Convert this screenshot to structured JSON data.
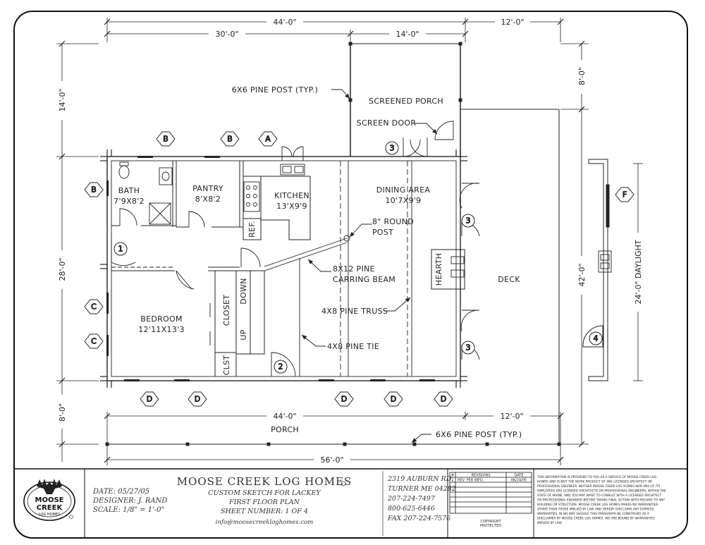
{
  "dimensions": {
    "top_overall": "44'-0\"",
    "top_left": "30'-0\"",
    "top_porch": "14'-0\"",
    "top_right": "12'-0\"",
    "left_top": "14'-0\"",
    "left_mid": "28'-0\"",
    "left_bottom": "8'-0\"",
    "right_top": "8'-0\"",
    "right_mid": "42'-0\"",
    "bottom_porch": "44'-0\"",
    "bottom_right": "12'-0\"",
    "bottom_overall": "56'-0\"",
    "daylight": "24'-0\" DAYLIGHT"
  },
  "rooms": {
    "bath": "BATH",
    "bath_size": "7'9X8'2",
    "pantry": "PANTRY",
    "pantry_size": "8'X8'2",
    "kitchen": "KITCHEN",
    "kitchen_size": "13'X9'9",
    "dining": "DINING AREA",
    "dining_size": "10'7X9'9",
    "bedroom": "BEDROOM",
    "bedroom_size": "12'11X13'3",
    "closet": "CLOSET",
    "clst": "CLST",
    "ref": "REF.",
    "up": "UP",
    "down": "DOWN",
    "hearth": "HEARTH",
    "deck": "DECK",
    "porch": "PORCH",
    "screened_porch": "SCREENED PORCH"
  },
  "notes": {
    "pine_post_top": "6X6 PINE POST (TYP.)",
    "screen_door": "SCREEN DOOR",
    "round_post_1": "8\" ROUND",
    "round_post_2": "POST",
    "beam_1": "8X12 PINE",
    "beam_2": "CARRING BEAM",
    "truss": "4X8 PINE TRUSS",
    "tie": "4X8 PINE TIE",
    "pine_post_bottom": "6X6 PINE POST (TYP.)"
  },
  "tags": {
    "b": "B",
    "a": "A",
    "c": "C",
    "d": "D",
    "f": "F",
    "one": "1",
    "two": "2",
    "three": "3",
    "four": "4"
  },
  "title_block": {
    "logo_line1": "MOOSE",
    "logo_line2": "CREEK",
    "logo_line3": "LOG HOMES",
    "date": "DATE: 05/27/05",
    "designer": "DESIGNER: J. RAND",
    "scale": "SCALE: 1/8\" = 1'-0\"",
    "company": "MOOSE CREEK LOG HOMES",
    "sketch": "CUSTOM SKETCH FOR LACKEY",
    "plan": "FIRST FLOOR PLAN",
    "sheet": "SHEET NUMBER: 1 OF 4",
    "email": "info@moosecreekloghomes.com",
    "address1": "2319 AUBURN RD.",
    "address2": "TURNER ME 04282",
    "phone1": "207-224-7497",
    "phone2": "800-625-6446",
    "fax": "FAX 207-224-7576",
    "rev_col_num": "#",
    "rev_col_revisions": "REVISIONS",
    "rev_col_date": "DATE",
    "rev_num": "1",
    "rev_desc": "REV. PER INFO.",
    "rev_date": "06/24/05",
    "copyright1": "COPYRIGHT",
    "copyright2": "PROTECTED",
    "disclaimer": [
      "THIS INFORMATION IS PROVIDED TO YOU AS A SERVICE OF MOOSE CREEK LOG",
      "HOMES AND IS NOT THE WORK PRODUCT OF ANY LICENSED ARCHITECT OR",
      "PROFESSIONAL ENGINEER. NEITHER MOOSE CREEK LOG HOMES NOR ANY OF ITS",
      "EMPLOYEES ARE LICENSED ARCHITECTS OR PROFESSIONAL ENGINEERS, WITHIN THE",
      "STATE OF MAINE, AND YOU MAY WANT TO CONSULT WITH A LICENSED ARCHITECT",
      "OR PROFESSIONAL ENGINEER BEFORE TAKING FINAL ACTION WITH REGARD TO ANY",
      "BUILDING OR STRUCTURE. MOOSE CREEK LOG HOMES MAKES NO WARRANTIES",
      "OTHER THAN THOSE IMPLIED BY LAW AND HEREBY DISCLAIMS ANY EXPRESS",
      "WARRANTIES. IN NO WAY SHOULD THIS PARAGRAPH BE CONSTRUED AS A",
      "DISCLAIMER BY MOOSE CREEK LOG HOMES. WE ARE BOUND BY WARRANTIES",
      "IMPLIED BY LAW."
    ]
  }
}
